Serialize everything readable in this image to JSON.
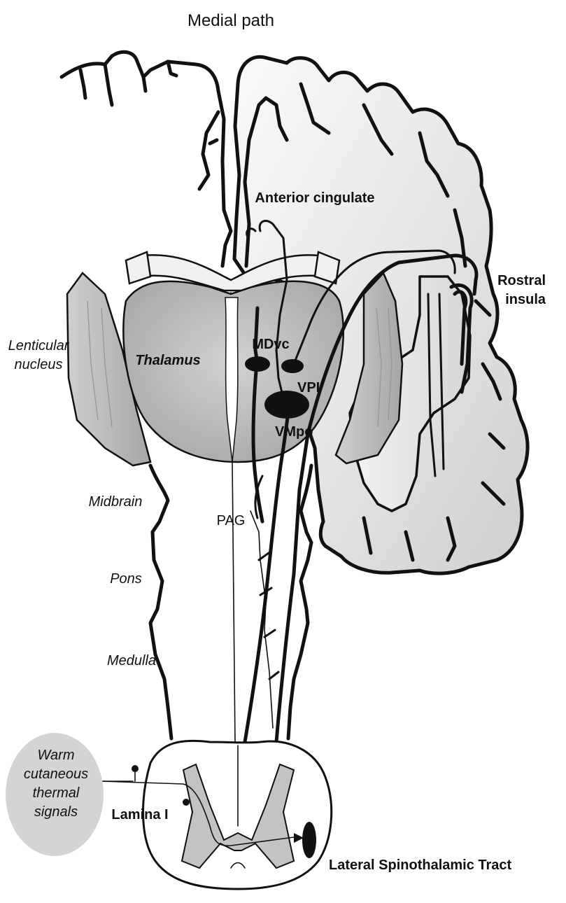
{
  "diagram": {
    "title": "Medial path",
    "labels": {
      "anterior_cingulate": "Anterior cingulate",
      "rostral": "Rostral",
      "insula": "insula",
      "lenticular_1": "Lenticular",
      "lenticular_2": "nucleus",
      "thalamus": "Thalamus",
      "mdvc": "MDvc",
      "vpi": "VPI",
      "vmpo": "VMpo",
      "midbrain": "Midbrain",
      "pag": "PAG",
      "pons": "Pons",
      "medulla": "Medulla",
      "warm_1": "Warm",
      "warm_2": "cutaneous",
      "warm_3": "thermal",
      "warm_4": "signals",
      "lamina": "Lamina I",
      "lateral_tract": "Lateral Spinothalamic Tract"
    },
    "colors": {
      "line": "#111111",
      "light_gray": "#e6e6e6",
      "mid_gray": "#bdbdbd",
      "signal_bubble": "#d4d4d4"
    }
  }
}
